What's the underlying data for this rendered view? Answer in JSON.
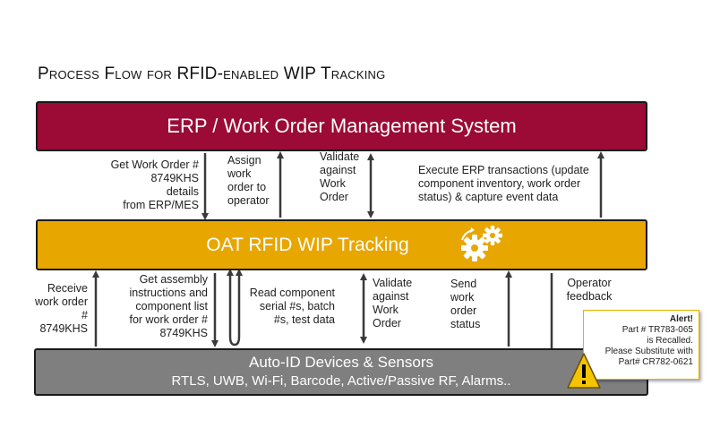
{
  "title": "Process Flow for RFID-enabled WIP Tracking",
  "erp": {
    "label": "ERP / Work Order Management System",
    "color": "#9b0b35"
  },
  "oat": {
    "label": "OAT RFID WIP Tracking",
    "color": "#e8a600",
    "icon": "gears-icon"
  },
  "auto_id": {
    "label": "Auto-ID Devices & Sensors",
    "sublabel": "RTLS, UWB, Wi-Fi, Barcode, Active/Passive RF,  Alarms..",
    "color": "#7f7f7f"
  },
  "upper_flows": [
    {
      "text": "Get Work Order # 8749KHS details from ERP/MES",
      "direction": "down",
      "lines": [
        "Get Work Order #",
        "8749KHS",
        "details",
        "from ERP/MES"
      ]
    },
    {
      "text": "Assign work order to operator",
      "direction": "up",
      "lines": [
        "Assign",
        "work",
        "order to",
        "operator"
      ]
    },
    {
      "text": "Validate against Work Order",
      "direction": "both",
      "lines": [
        "Validate",
        "against",
        "Work",
        "Order"
      ]
    },
    {
      "text": "Execute ERP transactions (update component inventory, work order status) & capture event data",
      "direction": "up",
      "lines": [
        "Execute ERP transactions (update",
        "component inventory, work order",
        "status) & capture event data"
      ]
    }
  ],
  "lower_flows": [
    {
      "text": "Receive work order # 8749KHS",
      "direction": "up",
      "lines": [
        "Receive",
        "work order",
        "# 8749KHS"
      ]
    },
    {
      "text": "Get assembly instructions and component list for work order # 8749KHS",
      "direction": "down",
      "lines": [
        "Get assembly",
        "instructions and",
        "component list",
        "for work order #",
        "8749KHS"
      ]
    },
    {
      "text": "Read component serial #s, batch #s, test data",
      "direction": "loop",
      "lines": [
        "Read component",
        "serial #s, batch",
        "#s, test data"
      ]
    },
    {
      "text": "Validate against Work Order",
      "direction": "both",
      "lines": [
        "Validate",
        "against",
        "Work",
        "Order"
      ]
    },
    {
      "text": "Send work order status",
      "direction": "up",
      "lines": [
        "Send",
        "work",
        "order",
        "status"
      ]
    },
    {
      "text": "Operator feedback",
      "direction": "down",
      "lines": [
        "Operator",
        "feedback"
      ]
    }
  ],
  "alert": {
    "heading": "Alert!",
    "lines": [
      "Part # TR783-065",
      "is Recalled.",
      "Please Substitute with",
      "Part# CR782-0621"
    ],
    "icon": "warning-icon",
    "color": "#f5c400"
  }
}
